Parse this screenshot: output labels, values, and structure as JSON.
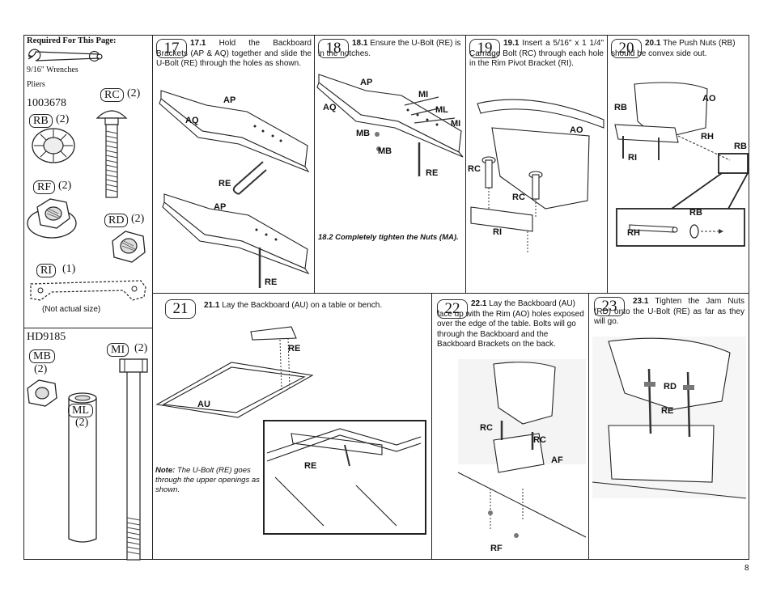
{
  "sidebar": {
    "heading": "Required For This Page:",
    "tool1": "9/16\" Wrenches",
    "tool2": "Pliers",
    "kit1": "1003678",
    "kit2": "HD9185",
    "parts": {
      "rc": {
        "code": "RC",
        "qty": "(2)"
      },
      "rb": {
        "code": "RB",
        "qty": "(2)"
      },
      "rf": {
        "code": "RF",
        "qty": "(2)"
      },
      "rd": {
        "code": "RD",
        "qty": "(2)"
      },
      "ri": {
        "code": "RI",
        "qty": "(1)"
      },
      "mb": {
        "code": "MB",
        "qty": "(2)"
      },
      "mi": {
        "code": "MI",
        "qty": "(2)"
      },
      "ml": {
        "code": "ML",
        "qty": "(2)"
      }
    },
    "not_actual": "(Not actual size)"
  },
  "steps": {
    "s17": {
      "num": "17",
      "sub": "17.1",
      "text": "Hold the Backboard Brackets (AP & AQ) together and slide the U-Bolt (RE) through the holes as shown."
    },
    "s18": {
      "num": "18",
      "sub": "18.1",
      "text": "Ensure the U-Bolt (RE) is in the notches.",
      "note": "18.2  Completely tighten the Nuts (MA)."
    },
    "s19": {
      "num": "19",
      "sub": "19.1",
      "text": "Insert a 5/16\" x 1 1/4\" Carriage Bolt (RC) through each hole in the Rim Pivot Bracket (RI)."
    },
    "s20": {
      "num": "20",
      "sub": "20.1",
      "text": "The Push Nuts (RB) should be convex side out."
    },
    "s21": {
      "num": "21",
      "sub": "21.1",
      "text": "Lay the Backboard (AU) on a table or bench.",
      "note_label": "Note:",
      "note": "The U-Bolt (RE) goes through the upper openings as shown."
    },
    "s22": {
      "num": "22",
      "sub": "22.1",
      "text": "Lay the Backboard (AU) face up with the Rim (AO) holes exposed over the edge of the table. Bolts will go through the Backboard and the Backboard Brackets on the back."
    },
    "s23": {
      "num": "23",
      "sub": "23.1",
      "text": "Tighten the Jam Nuts (RD) onto the U-Bolt (RE) as far as they will go."
    }
  },
  "labels": {
    "ap": "AP",
    "aq": "AQ",
    "re": "RE",
    "mi": "MI",
    "ml": "ML",
    "mb": "MB",
    "rc": "RC",
    "ri": "RI",
    "ao": "AO",
    "rb": "RB",
    "rh": "RH",
    "au": "AU",
    "af": "AF",
    "rf": "RF",
    "rd": "RD"
  },
  "page_number": "8"
}
